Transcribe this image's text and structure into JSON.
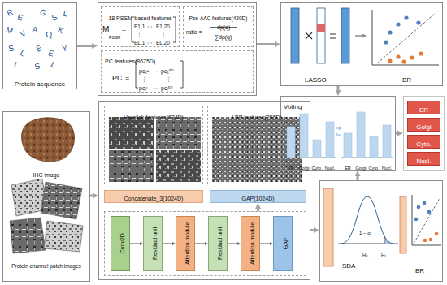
{
  "diagram": {
    "nodes": [
      {
        "text": [
          "Protein sequence"
        ]
      },
      {
        "text": []
      },
      {
        "text": [
          "18 PSSM-based features"
        ],
        "in": 1
      },
      {
        "text": [
          "Pse-AAC features(420D)"
        ],
        "in": 1
      },
      {
        "text": [
          "PC features(3675D)"
        ],
        "in": 1
      },
      {
        "text": [
          "LASSO",
          "BR"
        ]
      },
      {
        "text": [
          "IHC image",
          "Protein channel patch images"
        ]
      },
      {
        "text": []
      },
      {
        "text": [
          "Haralick features(674D)"
        ],
        "in": 7
      },
      {
        "text": [
          "LBP features(256D)"
        ],
        "in": 7
      },
      {
        "text": [
          "Concatenate_3(1024D)"
        ],
        "in": 7
      },
      {
        "text": [
          "GAP(1024D)"
        ],
        "in": 7
      },
      {
        "text": [],
        "in": 7
      },
      {
        "text": [
          "Conv2D"
        ],
        "in": 12
      },
      {
        "text": [
          "Residual unit"
        ],
        "in": 12
      },
      {
        "text": [
          "Attention module"
        ],
        "in": 12
      },
      {
        "text": [
          "Residual unit"
        ],
        "in": 12
      },
      {
        "text": [
          "Attention module"
        ],
        "in": 12
      },
      {
        "text": [
          "GAP"
        ],
        "in": 12
      },
      {
        "text": [
          "SDA",
          "BR"
        ]
      },
      {
        "text": [
          "Voting"
        ]
      },
      {
        "text": []
      },
      {
        "text": [
          "ER"
        ],
        "in": 21
      },
      {
        "text": [
          "Golgi"
        ],
        "in": 21
      },
      {
        "text": [
          "Cyto."
        ],
        "in": 21
      },
      {
        "text": [
          "Nucl."
        ],
        "in": 21
      }
    ],
    "edges": [
      {
        "from": 0,
        "to": 1,
        "arrow": "to"
      },
      {
        "from": 1,
        "to": 5,
        "arrow": "to"
      },
      {
        "from": 5,
        "to": 20,
        "arrow": "to"
      },
      {
        "from": 6,
        "to": 7,
        "arrow": "to"
      },
      {
        "from": 7,
        "to": 19,
        "arrow": "to"
      },
      {
        "from": 19,
        "to": 20,
        "arrow": "to"
      },
      {
        "from": 20,
        "to": 21,
        "arrow": "to"
      },
      {
        "from": 12,
        "to": 11,
        "arrow": "to"
      },
      {
        "from": 13,
        "to": 14,
        "arrow": "to"
      },
      {
        "from": 14,
        "to": 15,
        "arrow": "to"
      },
      {
        "from": 15,
        "to": 16,
        "arrow": "to"
      },
      {
        "from": 16,
        "to": 17,
        "arrow": "to"
      },
      {
        "from": 17,
        "to": 18,
        "arrow": "to"
      }
    ],
    "labels": [
      "R",
      "E",
      "G",
      "S",
      "L",
      "M",
      "V",
      "A",
      "Q",
      "K",
      "S",
      "L",
      "E",
      "E",
      "Y",
      "I",
      "S",
      "L",
      "M",
      "PSSM",
      "=",
      "E1,1",
      "⋯",
      "E1,20",
      "⋮",
      "⋮",
      "EL,1",
      "⋯",
      "EL,20",
      "ratio =",
      "dp(q)",
      "∑dp(q)",
      "PC",
      "=",
      "pc₁¹",
      "⋯",
      "pc₁⁵⁰",
      "⋮",
      "⋮",
      "pcⱼ¹",
      "⋯",
      "pcⱼ⁵⁰",
      "1 − α",
      "H₀",
      "H₁",
      "ER",
      "Golgi",
      "Cyto.",
      "Nucl.",
      "ER",
      "Golgi",
      "Cyto.",
      "Nucl."
    ]
  }
}
